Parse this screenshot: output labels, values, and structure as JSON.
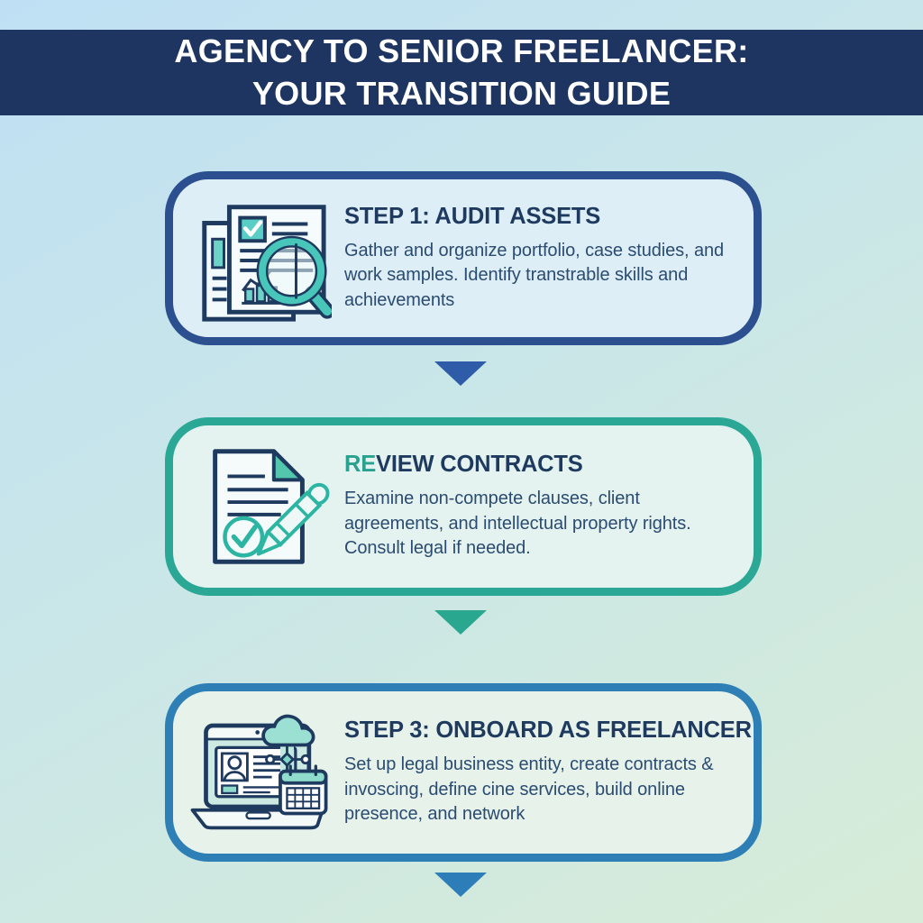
{
  "header": {
    "title_line1": "AGENCY TO SENIOR FREELANCER:",
    "title_line2": "YOUR TRANSITION GUIDE",
    "bg_color": "#1d3560",
    "text_color": "#ffffff"
  },
  "background": {
    "top_color": "#bfe0f4",
    "mid_color": "#c9e6e8",
    "bottom_color": "#d7ecd8"
  },
  "colors": {
    "title_text": "#1e3a5f",
    "body_text": "#2b4c70",
    "accent_teal": "#2aa18f"
  },
  "steps": [
    {
      "icon": "documents-magnifier-icon",
      "title_accent": "",
      "title": "STEP 1: AUDIT ASSETS",
      "body": "Gather and organize portfolio, case studies, and work samples. Identify transtrable skills and achievements",
      "border_color": "#2c4f8f",
      "bg_color": "#ddeef6",
      "arrow_color": "#2e5ca8"
    },
    {
      "icon": "contract-pen-icon",
      "title_accent": "RE",
      "title": "VIEW CONTRACTS",
      "body": "Examine non-compete clauses, client agreements, and intellectual property rights. Consult legal if needed.",
      "border_color": "#2aa895",
      "bg_color": "#e4f3f0",
      "arrow_color": "#2aa88f"
    },
    {
      "icon": "laptop-onboarding-icon",
      "title_accent": "",
      "title": "STEP 3: ONBOARD AS FREELANCER",
      "body": "Set up legal business entity, create contracts & invoscing, define cine services, build online presence, and network",
      "border_color": "#2e7fb5",
      "bg_color": "#e6f2ea",
      "arrow_color": "#2d7db8"
    }
  ]
}
